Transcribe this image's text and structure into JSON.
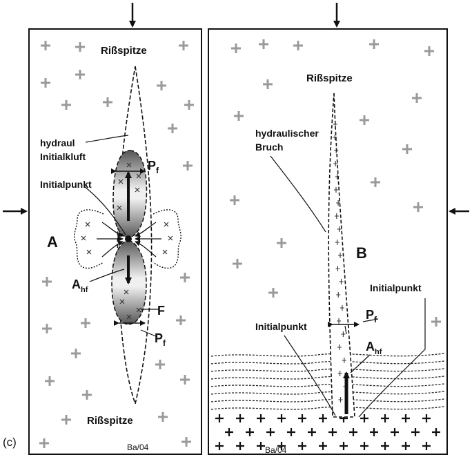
{
  "figure_label": "(c)",
  "left_panel": {
    "title": "A",
    "crack_tip_top": "Rißspitze",
    "crack_tip_bottom": "Rißspitze",
    "joint_label_line1": "hydraul",
    "joint_label_line2": "Initialkluft",
    "initiation_point": "Initialpunkt",
    "pressure_top": "P",
    "pressure_top_sub": "f",
    "pressure_bottom": "P",
    "pressure_bottom_sub": "f",
    "area_label": "A",
    "area_sub": "hf",
    "force_label": "F",
    "signature": "Ba/04"
  },
  "right_panel": {
    "title": "B",
    "crack_tip": "Rißspitze",
    "fracture_label_line1": "hydraulischer",
    "fracture_label_line2": "Bruch",
    "pressure": "P",
    "pressure_sub": "f",
    "area_label": "A",
    "area_sub": "hf",
    "initiation_point_left": "Initialpunkt",
    "initiation_point_right": "Initialpunkt",
    "signature": "Ba/04"
  },
  "colors": {
    "frame": "#111111",
    "grey_cross": "#9a9a9a",
    "dark_ellipse": "#555555",
    "light_ellipse": "#e8e8e8"
  }
}
